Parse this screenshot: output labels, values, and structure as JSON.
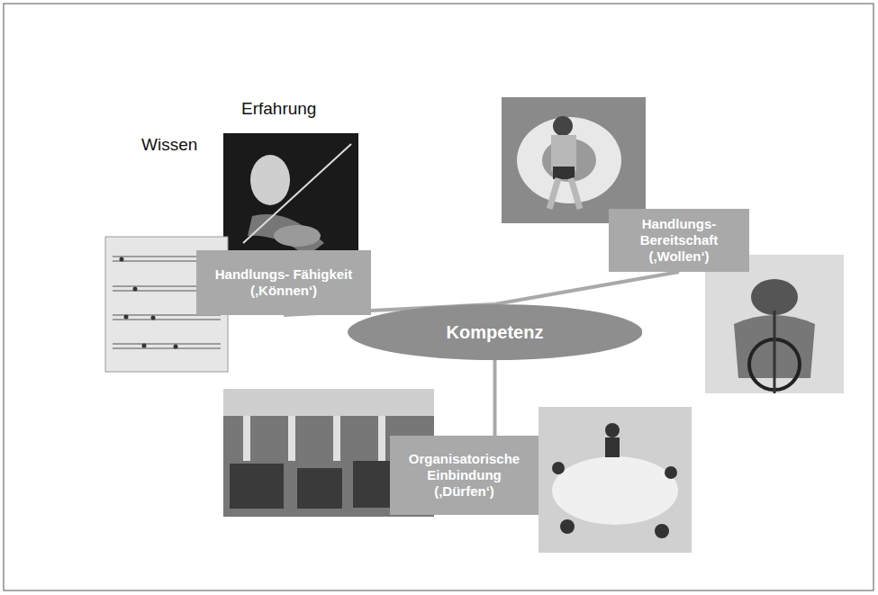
{
  "diagram": {
    "nodes": [
      {
        "text": [
          "Handlungs- Fähigkeit (‚Können‘)"
        ]
      },
      {
        "text": [
          "Handlungs- Bereitschaft (‚Wollen‘)"
        ]
      },
      {
        "text": [
          "Kompetenz"
        ]
      },
      {
        "text": [
          "Organisatorische Einbindung (‚Dürfen‘)"
        ]
      }
    ],
    "edges": [
      {
        "from": 2,
        "to": 0,
        "arrow": "none"
      },
      {
        "from": 2,
        "to": 1,
        "arrow": "none"
      },
      {
        "from": 2,
        "to": 3,
        "arrow": "none"
      }
    ],
    "labels": [
      "Erfahrung",
      "Wissen"
    ]
  }
}
